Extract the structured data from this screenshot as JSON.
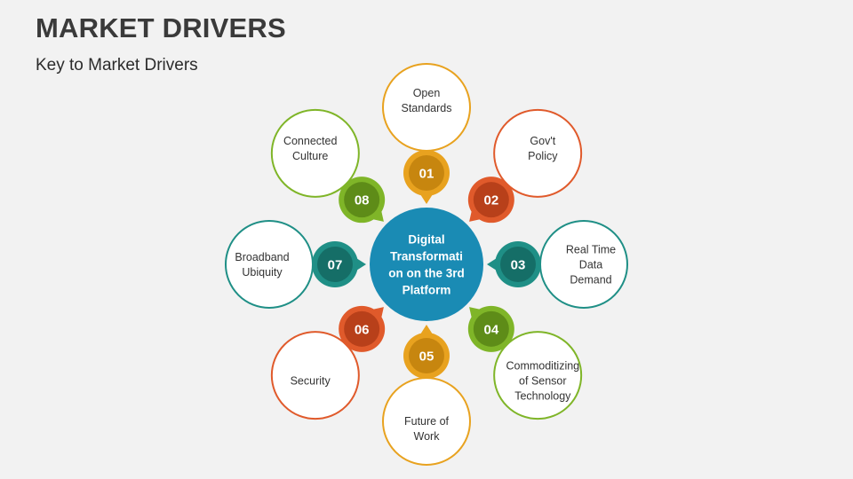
{
  "slide": {
    "title": "MARKET DRIVERS",
    "subtitle": "Key to Market Drivers"
  },
  "center": {
    "lines": [
      "Digital",
      "Transformati",
      "on on the 3rd",
      "Platform"
    ],
    "color": "#1a8bb4"
  },
  "drivers": [
    {
      "number": "01",
      "lines": [
        "Open",
        "Standards"
      ],
      "color": "#e8a21f",
      "badge_color": "#c7860f"
    },
    {
      "number": "02",
      "lines": [
        "Gov't",
        "Policy"
      ],
      "color": "#e05a2b",
      "badge_color": "#b8401a"
    },
    {
      "number": "03",
      "lines": [
        "Real Time",
        "Data",
        "Demand"
      ],
      "color": "#1f8f86",
      "badge_color": "#156e67"
    },
    {
      "number": "04",
      "lines": [
        "Commoditizing",
        "of Sensor",
        "Technology"
      ],
      "color": "#7fb528",
      "badge_color": "#5e8c18"
    },
    {
      "number": "05",
      "lines": [
        "Future of",
        "Work"
      ],
      "color": "#e8a21f",
      "badge_color": "#c7860f"
    },
    {
      "number": "06",
      "lines": [
        "Security"
      ],
      "color": "#e05a2b",
      "badge_color": "#b8401a"
    },
    {
      "number": "07",
      "lines": [
        "Broadband",
        "Ubiquity"
      ],
      "color": "#1f8f86",
      "badge_color": "#156e67"
    },
    {
      "number": "08",
      "lines": [
        "Connected",
        "Culture"
      ],
      "color": "#7fb528",
      "badge_color": "#5e8c18"
    }
  ]
}
